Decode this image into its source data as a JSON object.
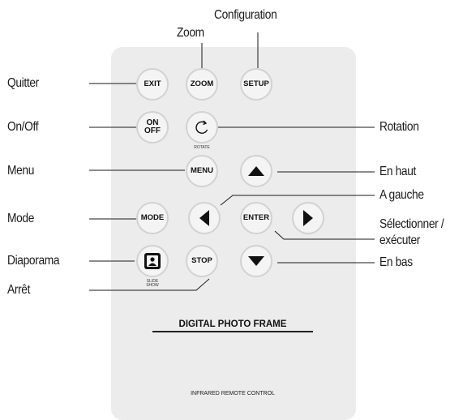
{
  "remote": {
    "buttons": {
      "exit": "EXIT",
      "zoom": "ZOOM",
      "setup": "SETUP",
      "on": "ON",
      "off": "OFF",
      "menu": "MENU",
      "mode": "MODE",
      "enter": "ENTER",
      "stop": "STOP"
    },
    "sublabels": {
      "rotate": "ROTATE",
      "slide": "SLIDE",
      "show": "SHOW"
    },
    "brand": "DIGITAL PHOTO FRAME",
    "footer": "INFRARED REMOTE CONTROL"
  },
  "callouts": {
    "configuration": "Configuration",
    "zoom": "Zoom",
    "quitter": "Quitter",
    "onoff": "On/Off",
    "menu": "Menu",
    "mode": "Mode",
    "diaporama": "Diaporama",
    "arret": "Arrêt",
    "rotation": "Rotation",
    "en_haut": "En haut",
    "a_gauche": "A gauche",
    "selectionner_1": "Sélectionner /",
    "selectionner_2": "exécuter",
    "en_bas": "En bas"
  },
  "icons": [
    "rotate-icon",
    "arrow-up-icon",
    "arrow-left-icon",
    "arrow-right-icon",
    "arrow-down-icon",
    "slideshow-icon"
  ]
}
